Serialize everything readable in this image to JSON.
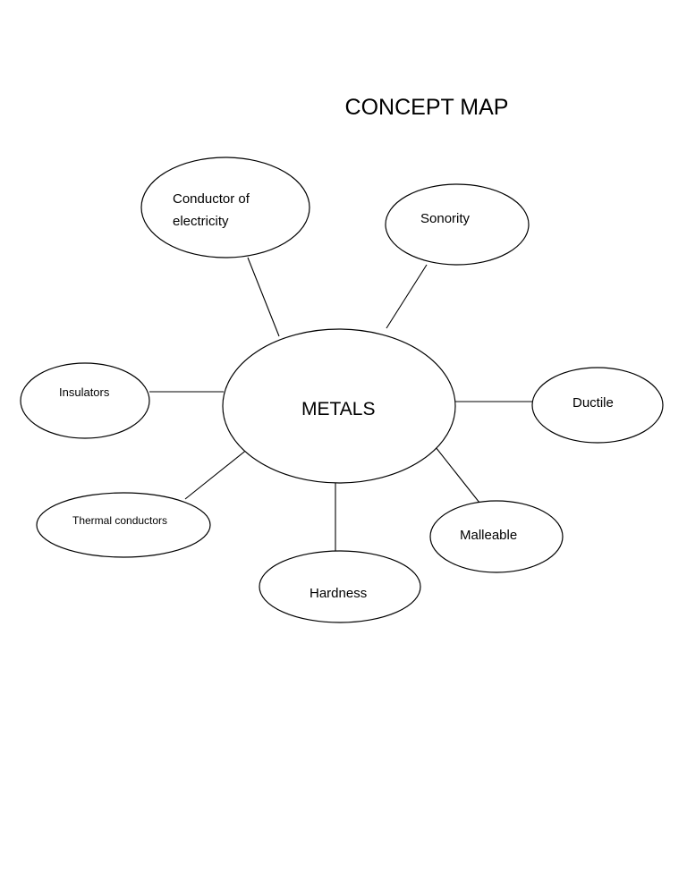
{
  "title": "CONCEPT MAP",
  "center": "METALS",
  "nodes": {
    "conductor_line1": "Conductor of",
    "conductor_line2": "electricity",
    "sonority": "Sonority",
    "insulators": "Insulators",
    "ductile": "Ductile",
    "thermal": "Thermal conductors",
    "malleable": "Malleable",
    "hardness": "Hardness"
  }
}
